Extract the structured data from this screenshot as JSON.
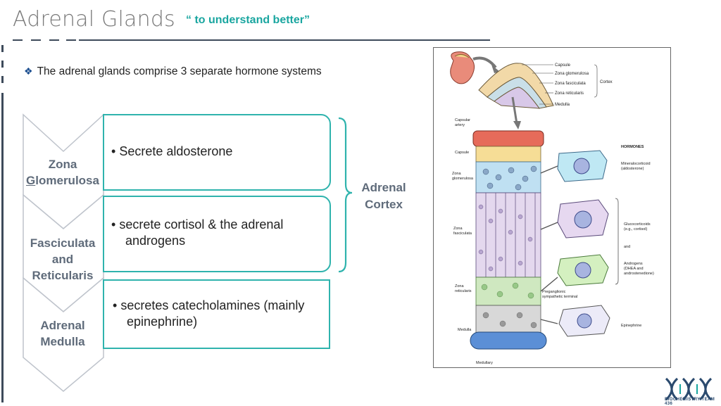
{
  "header": {
    "title": "Adrenal Glands",
    "subtitle": "“ to understand better”"
  },
  "intro": {
    "text": "The adrenal glands comprise 3 separate hormone systems"
  },
  "layers": [
    {
      "label_line1": "Zona",
      "label_line2_first": "G",
      "label_line2_rest": "lomerulosa",
      "point": "Secrete aldosterone"
    },
    {
      "label_line1": "Fasciculata",
      "label_line2": "and",
      "label_line3": "Reticularis",
      "point_line1": "secrete cortisol & the adrenal",
      "point_line2": "androgens"
    },
    {
      "label_line1": "Adrenal",
      "label_line2": "Medulla",
      "point_line1": "secretes catecholamines (mainly",
      "point_line2": "epinephrine)"
    }
  ],
  "brace": {
    "line1": "Adrenal",
    "line2": "Cortex"
  },
  "figure": {
    "labels": {
      "capsule_top": "Capsule",
      "zg_top": "Zona glomerulosa",
      "zf_top": "Zona fasciculata",
      "zr_top": "Zona reticularis",
      "medulla_top": "Medulla",
      "cortex": "Cortex",
      "capsular_artery_1": "Capsular",
      "capsular_artery_2": "artery",
      "capsule_left": "Capsule",
      "zg_left_1": "Zona",
      "zg_left_2": "glomerulosa",
      "zf_left_1": "Zona",
      "zf_left_2": "fasciculata",
      "zr_left_1": "Zona",
      "zr_left_2": "reticularis",
      "medulla_left": "Medulla",
      "medullary": "Medullary",
      "preganglionic_1": "Preganglionic",
      "preganglionic_2": "sympathetic terminal",
      "hormones": "HORMONES",
      "mineral_1": "Mineralocorticoid",
      "mineral_2": "(aldosterone)",
      "gluco_1": "Glucocorticoids",
      "gluco_2": "(e.g., cortisol)",
      "and": "and",
      "andro_1": "Androgens",
      "andro_2": "(DHEA and",
      "andro_3": "androstenedione)",
      "epinephrine": "Epinephrine"
    }
  },
  "logo": {
    "text": "BIOCHEMISTRY TEAM 436"
  },
  "colors": {
    "teal": "#2fb3ad",
    "navy": "#3d4a5a",
    "gray_text": "#5f6b7a"
  }
}
